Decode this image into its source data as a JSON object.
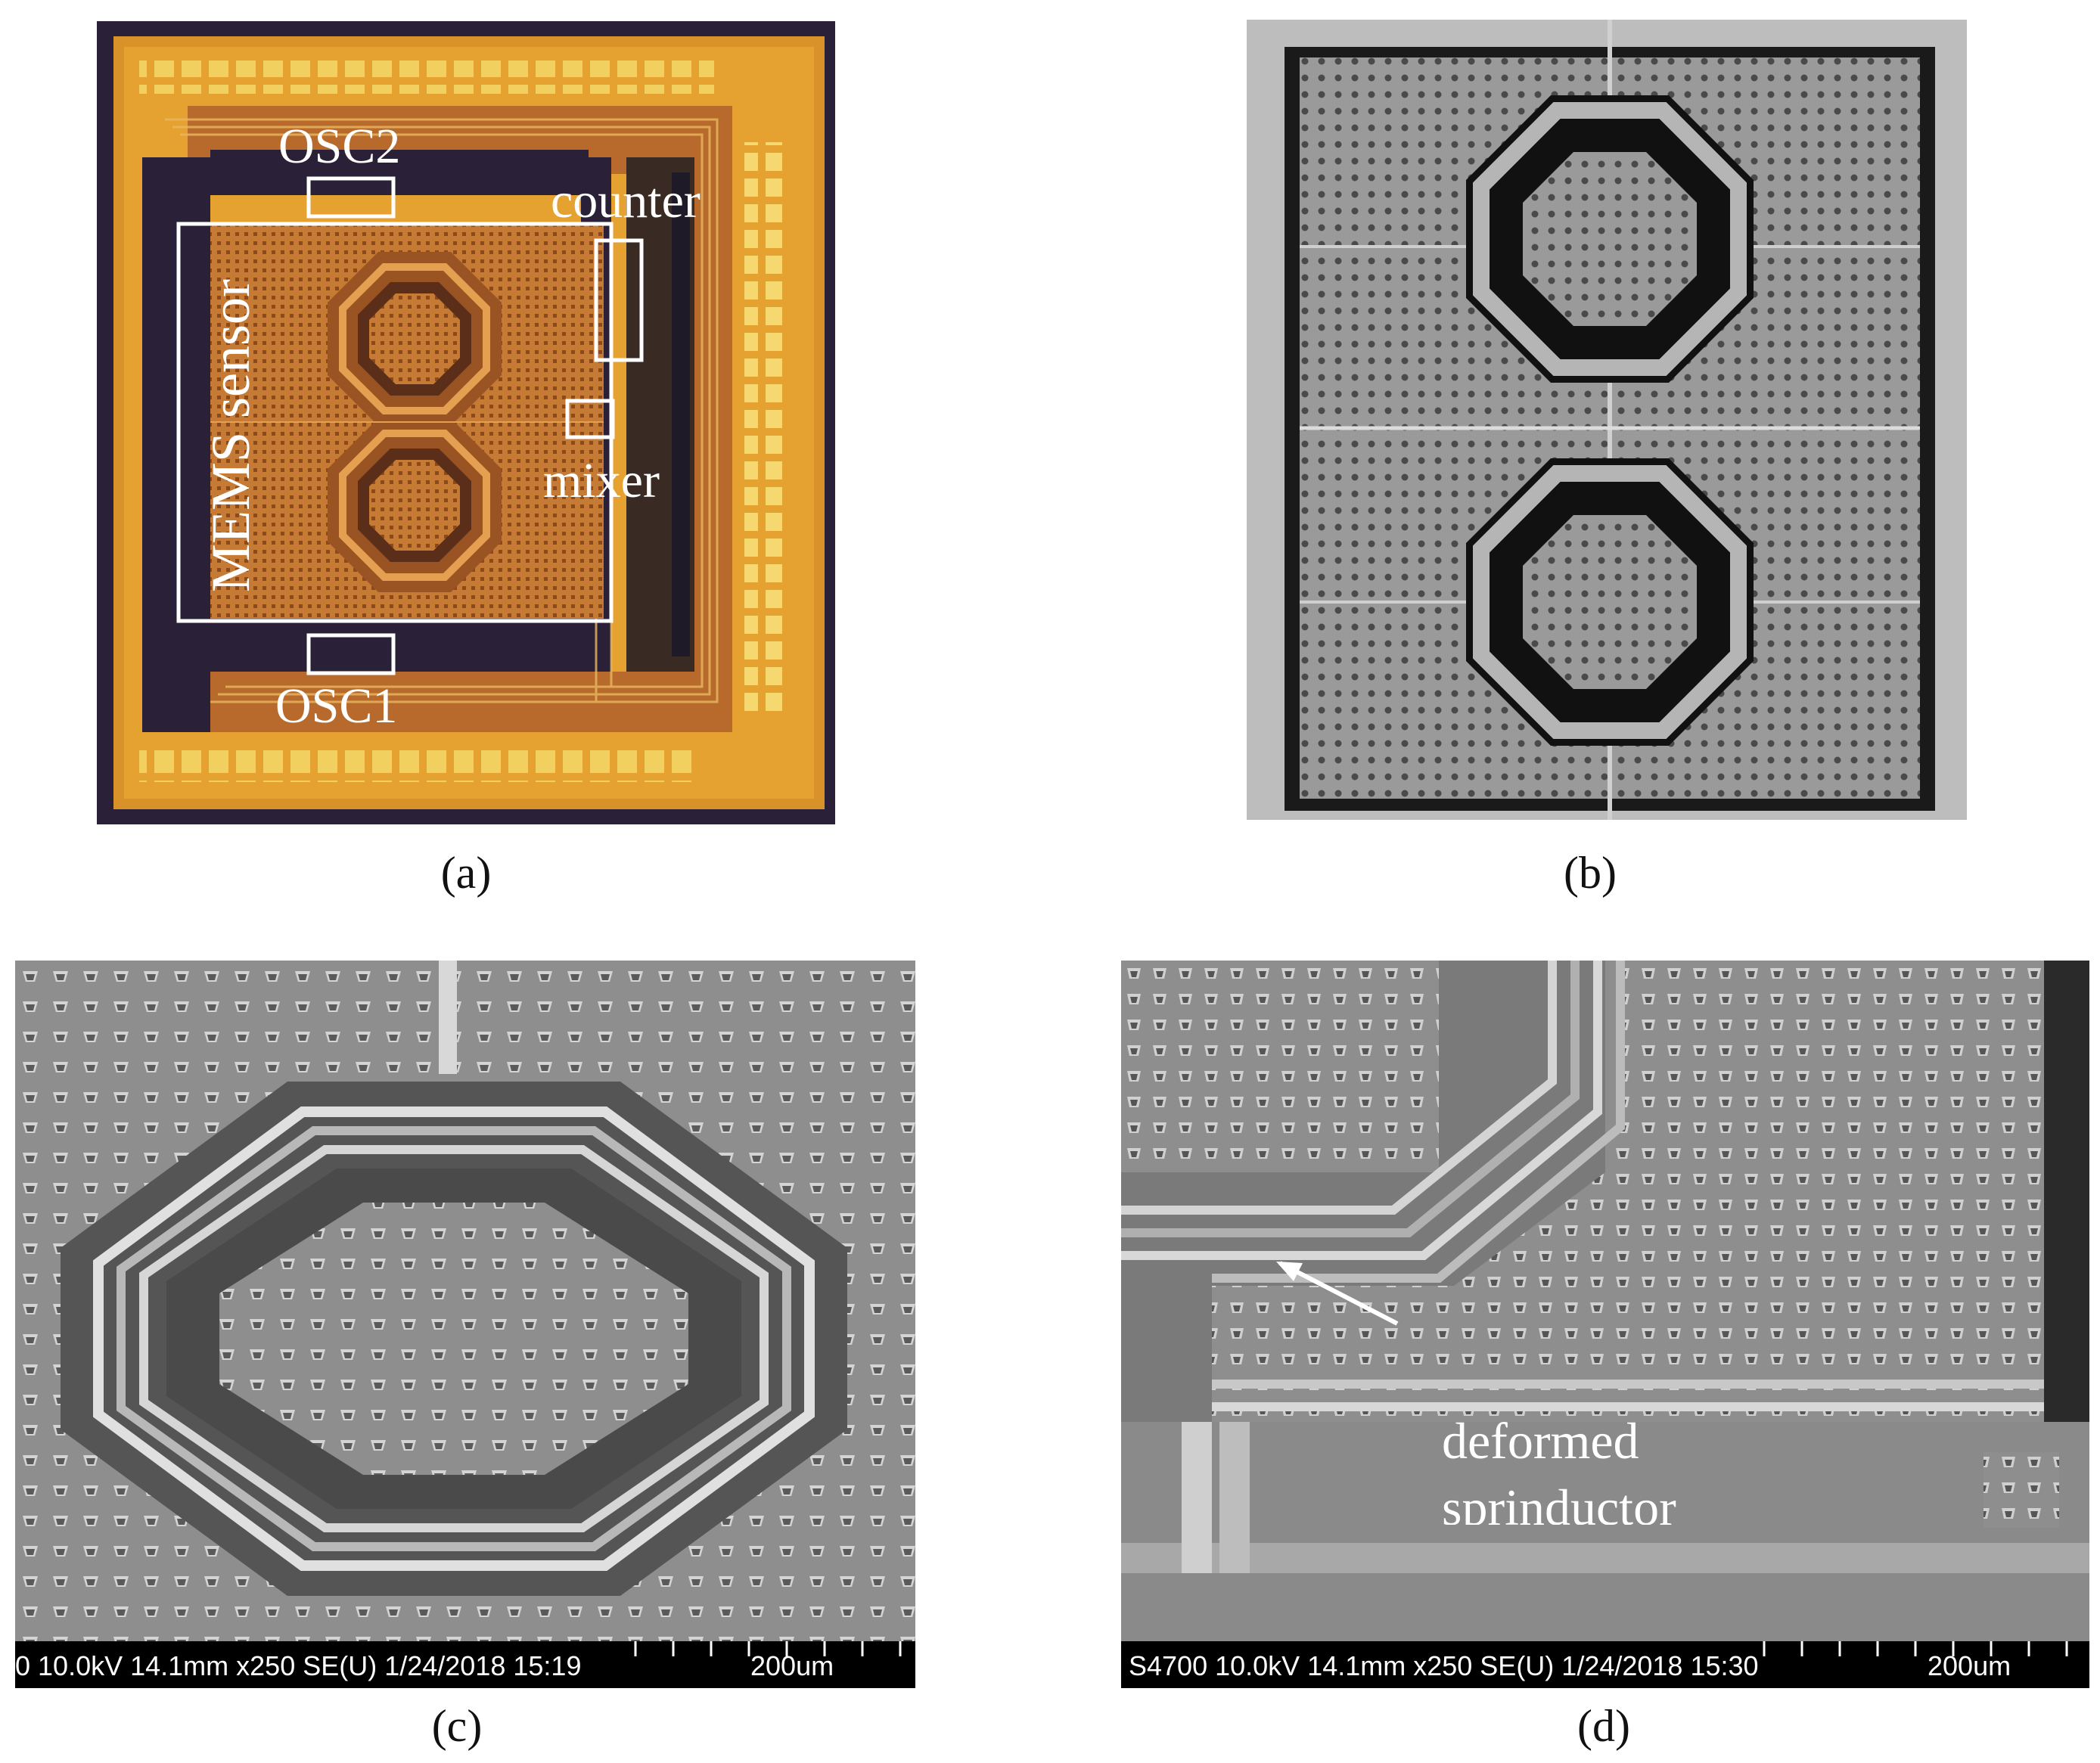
{
  "panels": {
    "a": {
      "caption": "(a)",
      "labels": {
        "osc2": "OSC2",
        "osc1": "OSC1",
        "counter": "counter",
        "mixer": "mixer",
        "mems": "MEMS sensor"
      }
    },
    "b": {
      "caption": "(b)"
    },
    "c": {
      "caption": "(c)",
      "sem_info": "0 10.0kV 14.1mm x250 SE(U) 1/24/2018 15:19",
      "scale": "200um"
    },
    "d": {
      "caption": "(d)",
      "sem_info": "S4700 10.0kV 14.1mm x250 SE(U) 1/24/2018 15:30",
      "scale": "200um",
      "annotation_line1": "deformed",
      "annotation_line2": "sprinductor"
    }
  },
  "colors": {
    "chip_gold": "#e8a22e",
    "chip_copper": "#b8642a",
    "chip_dark": "#221c2e",
    "sem_gray": "#8c8c8c",
    "sem_bar": "#000000",
    "label_white": "#ffffff"
  }
}
